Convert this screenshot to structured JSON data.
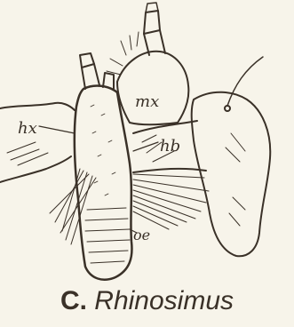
{
  "figure": {
    "labels": {
      "mx": "mx",
      "hx": "hx",
      "hb": "hb",
      "oe": "oe"
    },
    "caption": {
      "letter": "C.",
      "genus": "Rhinosimus"
    },
    "ink_color": "#3a3128",
    "paper_color": "#f7f4ea"
  }
}
